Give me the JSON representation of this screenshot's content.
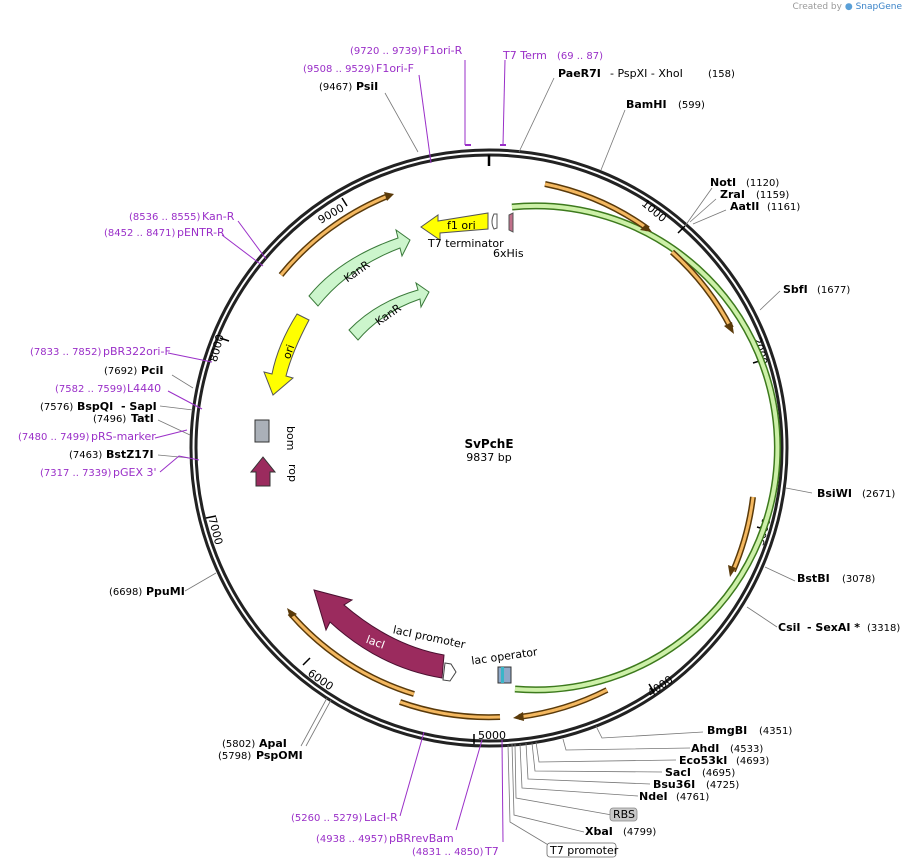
{
  "credit": {
    "created_by": "Created by",
    "brand": "SnapGene"
  },
  "plasmid": {
    "name": "SvPchE",
    "size_label": "9837 bp",
    "length": 9837
  },
  "ticks": [
    "1000",
    "2000",
    "3000",
    "4000",
    "5000",
    "6000",
    "7000",
    "8000",
    "9000"
  ],
  "enzymes": [
    {
      "name": "PaeR7I",
      "extra": "- PspXI   - XhoI",
      "pos": "(158)"
    },
    {
      "name": "BamHI",
      "pos": "(599)"
    },
    {
      "name": "NotI",
      "pos": "(1120)"
    },
    {
      "name": "ZraI",
      "pos": "(1159)"
    },
    {
      "name": "AatII",
      "pos": "(1161)"
    },
    {
      "name": "SbfI",
      "pos": "(1677)"
    },
    {
      "name": "BsiWI",
      "pos": "(2671)"
    },
    {
      "name": "BstBI",
      "pos": "(3078)"
    },
    {
      "name": "CsiI",
      "extra": "- SexAI *",
      "pos": "(3318)"
    },
    {
      "name": "BmgBI",
      "pos": "(4351)"
    },
    {
      "name": "AhdI",
      "pos": "(4533)"
    },
    {
      "name": "Eco53kI",
      "pos": "(4693)"
    },
    {
      "name": "SacI",
      "pos": "(4695)"
    },
    {
      "name": "Bsu36I",
      "pos": "(4725)"
    },
    {
      "name": "NdeI",
      "pos": "(4761)"
    },
    {
      "name": "XbaI",
      "pos": "(4799)"
    },
    {
      "name": "ApaI",
      "pos": "(5802)"
    },
    {
      "name": "PspOMI",
      "pos": "(5798)"
    },
    {
      "name": "PpuMI",
      "pos": "(6698)"
    },
    {
      "name": "BstZ17I",
      "pos": "(7463)"
    },
    {
      "name": "TatI",
      "pos": "(7496)"
    },
    {
      "name": "BspQI",
      "extra": "- SapI",
      "pos": "(7576)"
    },
    {
      "name": "PciI",
      "pos": "(7692)"
    },
    {
      "name": "PsiI",
      "pos": "(9467)"
    }
  ],
  "primers": [
    {
      "name": "F1ori-R",
      "pos": "(9720 .. 9739)"
    },
    {
      "name": "T7 Term",
      "pos": "(69 .. 87)"
    },
    {
      "name": "F1ori-F",
      "pos": "(9508 .. 9529)"
    },
    {
      "name": "Kan-R",
      "pos": "(8536 .. 8555)"
    },
    {
      "name": "pENTR-R",
      "pos": "(8452 .. 8471)"
    },
    {
      "name": "pBR322ori-F",
      "pos": "(7833 .. 7852)"
    },
    {
      "name": "L4440",
      "pos": "(7582 .. 7599)"
    },
    {
      "name": "pRS-marker",
      "pos": "(7480 .. 7499)"
    },
    {
      "name": "pGEX 3'",
      "pos": "(7317 .. 7339)"
    },
    {
      "name": "LacI-R",
      "pos": "(5260 .. 5279)"
    },
    {
      "name": "pBRrevBam",
      "pos": "(4938 .. 4957)"
    },
    {
      "name": "T7",
      "pos": "(4831 .. 4850)"
    }
  ],
  "features": {
    "f1ori": "f1 ori",
    "t7term": "T7 terminator",
    "his": "6xHis",
    "kanr1": "KanR",
    "kanr2": "KanR",
    "ori": "ori",
    "bom": "bom",
    "rop": "rop",
    "laci": "lacI",
    "laci_promoter": "lacI promoter",
    "lac_operator": "lac operator",
    "rbs": "RBS",
    "t7promoter": "T7 promoter"
  },
  "colors": {
    "primer": "#9a2fc8",
    "orf": "#e8a030",
    "cds": "#90e890",
    "ori": "#ffff00",
    "laci": "#9b2b5e",
    "insert": "#7bc44a"
  }
}
